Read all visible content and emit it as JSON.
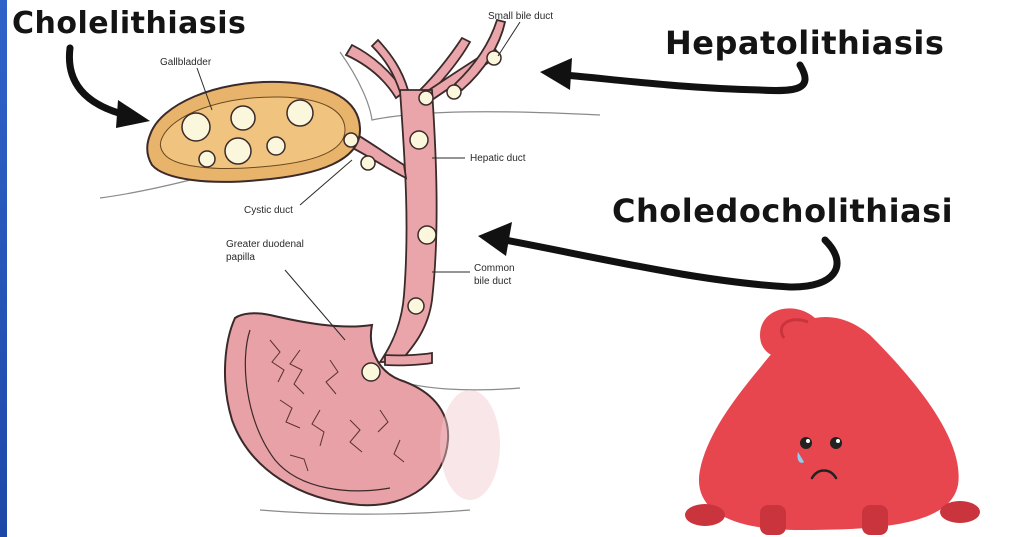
{
  "labels": {
    "cholelithiasis": "Cholelithiasis",
    "hepatolithiasis": "Hepatolithiasis",
    "choledocholithiasis": "Choledocholithiasi",
    "small_bile_duct": "Small bile duct",
    "gallbladder": "Gallbladder",
    "hepatic_duct": "Hepatic duct",
    "cystic_duct": "Cystic duct",
    "greater_duodenal_papilla_line1": "Greater duodenal",
    "greater_duodenal_papilla_line2": "papilla",
    "common_bile_duct_line1": "Common",
    "common_bile_duct_line2": "bile duct"
  },
  "colors": {
    "frame_edge": "#2f63c9",
    "duct_fill": "#e9a5aa",
    "gallbladder_fill": "#e8b36a",
    "stone_fill": "#fbf7dc",
    "mascot_fill": "#e8464f"
  }
}
